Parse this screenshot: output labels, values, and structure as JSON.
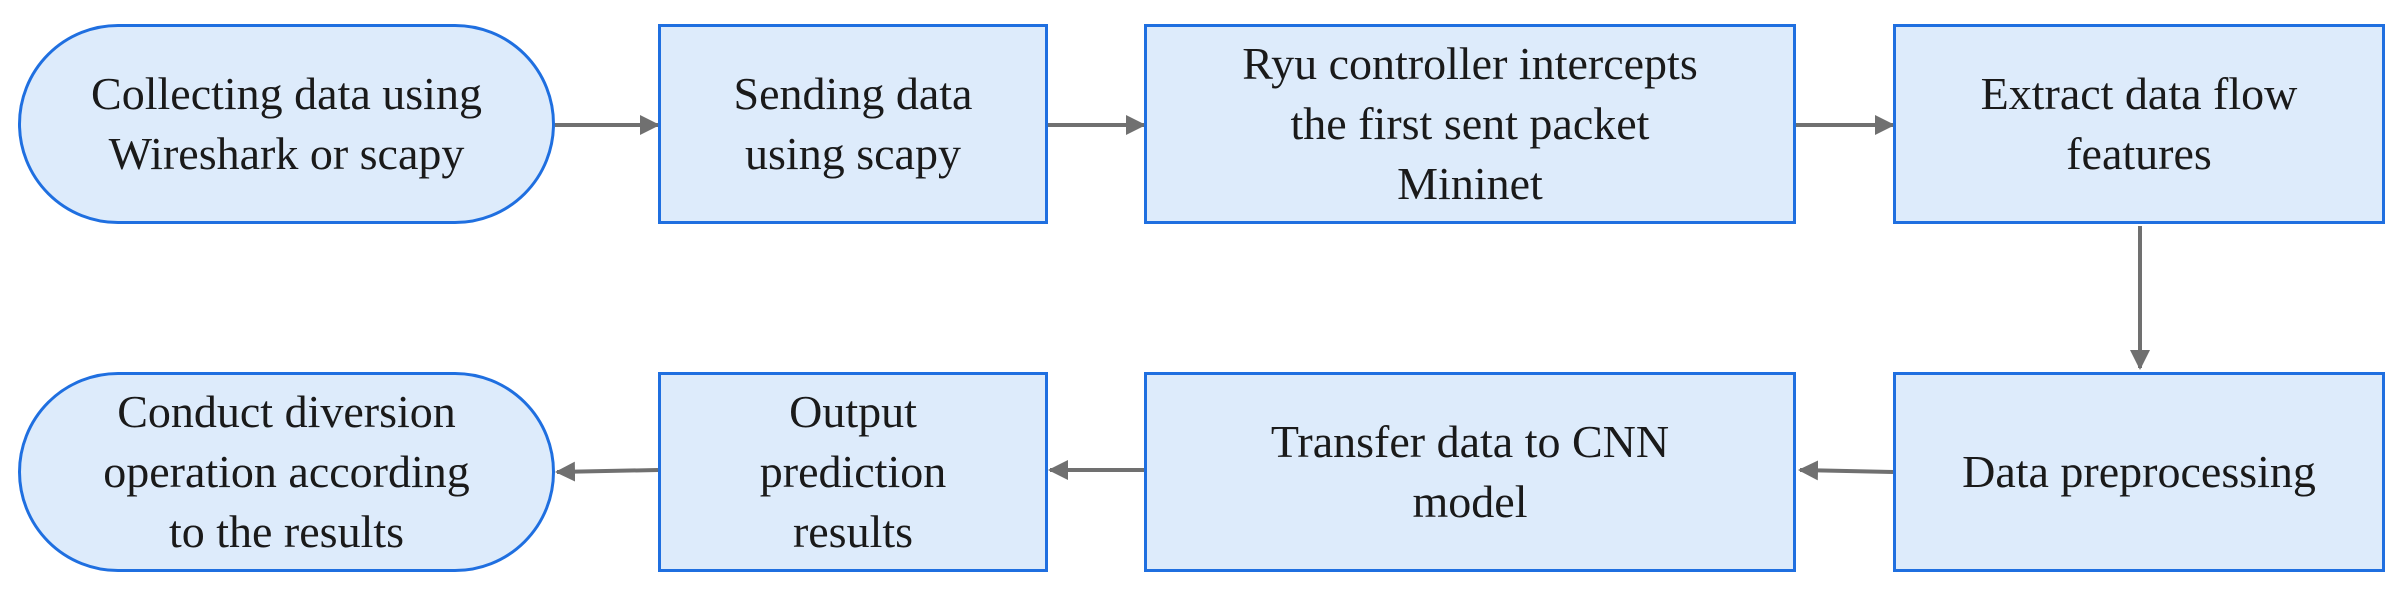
{
  "diagram": {
    "colors": {
      "box_fill": "#ddebfb",
      "box_border": "#1f6fe0",
      "arrow": "#707070",
      "text": "#1a1a1a"
    },
    "nodes": [
      {
        "id": "collect",
        "shape": "terminal",
        "label": "Collecting data using\nWireshark or scapy"
      },
      {
        "id": "send",
        "shape": "process",
        "label": "Sending data\nusing scapy"
      },
      {
        "id": "ryu",
        "shape": "process",
        "label": "Ryu controller intercepts\nthe first sent packet\nMininet"
      },
      {
        "id": "extract",
        "shape": "process",
        "label": "Extract data flow\nfeatures"
      },
      {
        "id": "preprocess",
        "shape": "process",
        "label": "Data preprocessing"
      },
      {
        "id": "transfer",
        "shape": "process",
        "label": "Transfer data to CNN\nmodel"
      },
      {
        "id": "output",
        "shape": "process",
        "label": "Output\nprediction\nresults"
      },
      {
        "id": "divert",
        "shape": "terminal",
        "label": "Conduct diversion\noperation according\nto the results"
      }
    ],
    "edges": [
      {
        "from": "collect",
        "to": "send"
      },
      {
        "from": "send",
        "to": "ryu"
      },
      {
        "from": "ryu",
        "to": "extract"
      },
      {
        "from": "extract",
        "to": "preprocess"
      },
      {
        "from": "preprocess",
        "to": "transfer"
      },
      {
        "from": "transfer",
        "to": "output"
      },
      {
        "from": "output",
        "to": "divert"
      }
    ]
  }
}
